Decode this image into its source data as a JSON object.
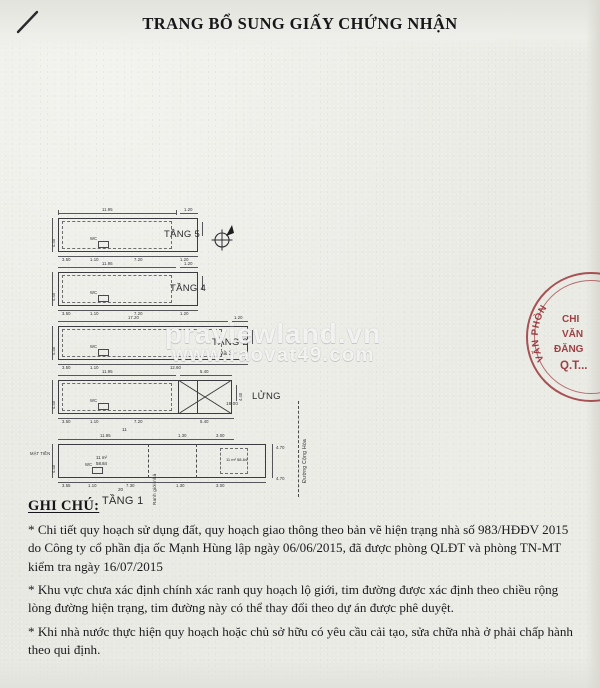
{
  "document": {
    "title": "TRANG BỔ SUNG GIẤY CHỨNG NHẬN",
    "corner_mark_icon": "diagonal-slash-mark"
  },
  "drawing": {
    "compass_icon": "north-arrow-compass",
    "floors": [
      {
        "id": "tang5",
        "label": "TẦNG 5",
        "sub": "",
        "width_dim": "11.95",
        "depth_dim": "4.40",
        "right_dim": "1.20",
        "bottom_dims": [
          "3.50",
          "1.10",
          "7.20",
          "1.20"
        ],
        "area_text": ""
      },
      {
        "id": "tang4",
        "label": "TẦNG 4",
        "sub": "",
        "width_dim": "11.95",
        "depth_dim": "4.40",
        "right_dim": "1.20",
        "bottom_dims": [
          "3.50",
          "1.10",
          "7.20",
          "1.20"
        ],
        "area_text": ""
      },
      {
        "id": "tang23",
        "label": "TẦNG 2",
        "sub": "và 3",
        "width_dim": "17.20",
        "depth_dim": "4.40",
        "right_dim": "1.20",
        "bottom_dims": [
          "3.50",
          "1.10",
          "12.60"
        ],
        "area_text": ""
      },
      {
        "id": "lung",
        "label": "LỬNG",
        "sub": "",
        "width_dim": "11.95",
        "depth_dim": "4.40",
        "right_dim": "4.40",
        "bottom_dims": [
          "3.50",
          "1.10",
          "7.20",
          "5.40"
        ],
        "area_text": ""
      },
      {
        "id": "tang1",
        "label": "TẦNG 1",
        "sub": "",
        "width_dim": "11.95",
        "depth_dim": "4.40",
        "right_dim": "4.70",
        "bottom_dims": [
          "3.55",
          "1.10",
          "7.30",
          "1.30",
          "3.00"
        ],
        "area_text": "11 m²\n58.84"
      }
    ],
    "front_label": "MẶT TIỀN",
    "top_total_dim": "18.00",
    "street_label_vertical": "Đường Cộng Hòa",
    "inner_vertical_label": "Ranh giới nhà",
    "stair_mark_icon": "stair-cross-mark",
    "wc_label": "WC",
    "tag_numbers": [
      "11",
      "20"
    ]
  },
  "watermarks": [
    {
      "text": "praviewland.vn"
    },
    {
      "text": "www.raovat49.com"
    }
  ],
  "stamp": {
    "arc_text": "VĂN PHÒNG ĐĂNG KÝ",
    "lines": [
      "CHI",
      "VĂN",
      "ĐĂNG",
      "Q.T..."
    ],
    "color": "#92282e"
  },
  "notes": {
    "heading": "GHI CHÚ:",
    "items": [
      "* Chi tiết quy hoạch sử dụng đất, quy hoạch giao thông theo bản vẽ hiện trạng nhà số 983/HĐĐV 2015 do Công ty cổ phần địa ốc Mạnh Hùng lập ngày 06/06/2015, đã được phòng QLĐT và phòng TN-MT kiểm tra ngày 16/07/2015",
      "* Khu vực chưa xác định chính xác ranh quy hoạch lộ giới, tim đường được xác định theo chiều rộng lòng đường hiện trạng, tim đường này có thể thay đổi theo dự án được phê duyệt.",
      "* Khi nhà nước thực hiện quy hoạch hoặc chủ sở hữu có yêu cầu cải tạo, sửa chữa nhà ở phải chấp hành theo qui định."
    ]
  },
  "colors": {
    "paper": "#e9e9e4",
    "ink": "#1b1b1f",
    "line": "#3c3c40",
    "stamp_red": "#92282e"
  }
}
